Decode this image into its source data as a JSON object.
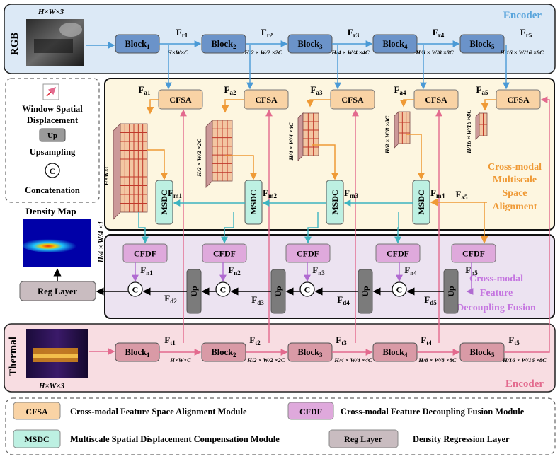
{
  "encoder_rgb": {
    "title": "Encoder",
    "input_label": "RGB",
    "input_size": "H×W×3",
    "blocks": [
      "Block",
      "Block",
      "Block",
      "Block",
      "Block"
    ],
    "block_subs": [
      "1",
      "2",
      "3",
      "4",
      "5"
    ],
    "feature_sym": "F",
    "feature_subs": [
      "r1",
      "r2",
      "r3",
      "r4",
      "r5"
    ],
    "dims": [
      "H×W×C",
      "H/2 × W/2 ×2C",
      "H/4 × W/4 ×4C",
      "H/8 × W/8 ×8C",
      "H/16 × W/16 ×8C"
    ]
  },
  "encoder_thermal": {
    "title": "Encoder",
    "input_label": "Thermal",
    "input_size": "H×W×3",
    "blocks": [
      "Block",
      "Block",
      "Block",
      "Block",
      "Block"
    ],
    "block_subs": [
      "1",
      "2",
      "3",
      "4",
      "5"
    ],
    "feature_subs": [
      "t1",
      "t2",
      "t3",
      "t4",
      "t5"
    ],
    "dims": [
      "H×W×C",
      "H/2 × W/2 ×2C",
      "H/4 × W/4 ×4C",
      "H/8 × W/8 ×8C",
      "H/16 × W/16 ×8C"
    ]
  },
  "alignment": {
    "title_lines": [
      "Cross-modal",
      "Multiscale",
      "Space",
      "Alignment"
    ],
    "cfsa_label": "CFSA",
    "msdc_label": "MSDC",
    "fa_subs": [
      "a1",
      "a2",
      "a3",
      "a4",
      "a5"
    ],
    "fm_subs": [
      "m1",
      "m2",
      "m3",
      "m4"
    ],
    "grid_dims": [
      "H×W×C",
      "H/2 × W/2 ×2C",
      "H/4 × W/4 ×4C",
      "H/8 × W/8 ×8C",
      "H/16 × W/16 ×8C"
    ]
  },
  "fusion": {
    "title_lines": [
      "Cross-modal",
      "Feature",
      "Decoupling Fusion"
    ],
    "cfdf_label": "CFDF",
    "up_label": "Up",
    "concat_label": "C",
    "fn_subs": [
      "n1",
      "n2",
      "n3",
      "n4",
      "n5"
    ],
    "fd_subs": [
      "d2",
      "d3",
      "d4",
      "d5"
    ]
  },
  "side_legend": {
    "window_label_1": "Window Spatial",
    "window_label_2": "Displacement",
    "up_label": "Up",
    "upsampling_label": "Upsampling",
    "concat_symbol": "C",
    "concat_label": "Concatenation"
  },
  "density": {
    "title": "Density Map",
    "dims": "H/4 × W/4 ×1",
    "reg_label": "Reg Layer"
  },
  "legend": {
    "items": [
      {
        "abbr": "CFSA",
        "desc": "Cross-modal Feature Space Alignment Module"
      },
      {
        "abbr": "CFDF",
        "desc": "Cross-modal Feature Decoupling Fusion Module"
      },
      {
        "abbr": "MSDC",
        "desc": "Multiscale Spatial Displacement Compensation Module"
      },
      {
        "abbr": "Reg Layer",
        "desc": "Density Regression Layer"
      }
    ]
  },
  "colors": {
    "rgb_bg": "#dce9f6",
    "thermal_bg": "#f8dde2",
    "align_bg": "#fdf6e0",
    "fusion_bg": "#ece3f1",
    "block_blue": "#6b93c9",
    "block_pink": "#d99aa6",
    "cfsa": "#f9d3a5",
    "cfdf": "#dfa9dc",
    "msdc": "#bdf0e2",
    "reg": "#c9bcc0",
    "up": "#7b7b7b",
    "arrow_blue": "#4a9ad6",
    "arrow_pink": "#e36a8e",
    "arrow_orange": "#ef9a36",
    "arrow_teal": "#3cb4c0",
    "arrow_purple": "#b06ad1",
    "encoder_title": "#5aa5dc",
    "encoder_pink_title": "#e36a8e",
    "align_title": "#ef9a36",
    "fusion_title": "#c576e0"
  }
}
